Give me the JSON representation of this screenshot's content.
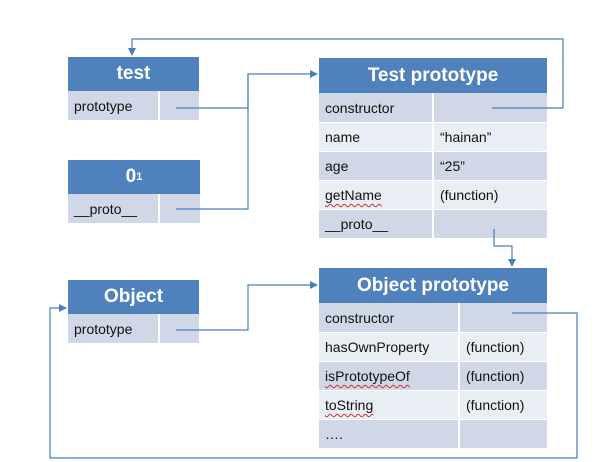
{
  "test_box": {
    "title": "test",
    "row": {
      "key": "prototype",
      "value": ""
    }
  },
  "o1_box": {
    "title_main": "0",
    "title_sub": "1",
    "row": {
      "key": "__proto__",
      "value": ""
    }
  },
  "object_box": {
    "title": "Object",
    "row": {
      "key": "prototype",
      "value": ""
    }
  },
  "test_prototype": {
    "title": "Test prototype",
    "rows": [
      {
        "key": "constructor",
        "value": ""
      },
      {
        "key": "name",
        "value": "“hainan”"
      },
      {
        "key": "age",
        "value": "“25”"
      },
      {
        "key": "getName",
        "value": "(function)"
      },
      {
        "key": "__proto__",
        "value": ""
      }
    ]
  },
  "object_prototype": {
    "title": "Object prototype",
    "rows": [
      {
        "key": "constructor",
        "value": ""
      },
      {
        "key": "hasOwnProperty",
        "value": "(function)"
      },
      {
        "key": "isPrototypeOf",
        "value": "(function)"
      },
      {
        "key": "toString",
        "value": "(function)"
      },
      {
        "key": "….",
        "value": ""
      }
    ]
  },
  "colors": {
    "header": "#4f81bd",
    "row_dark": "#d0d8e8",
    "row_light": "#e9edf4",
    "connector": "#4a7ebb"
  }
}
